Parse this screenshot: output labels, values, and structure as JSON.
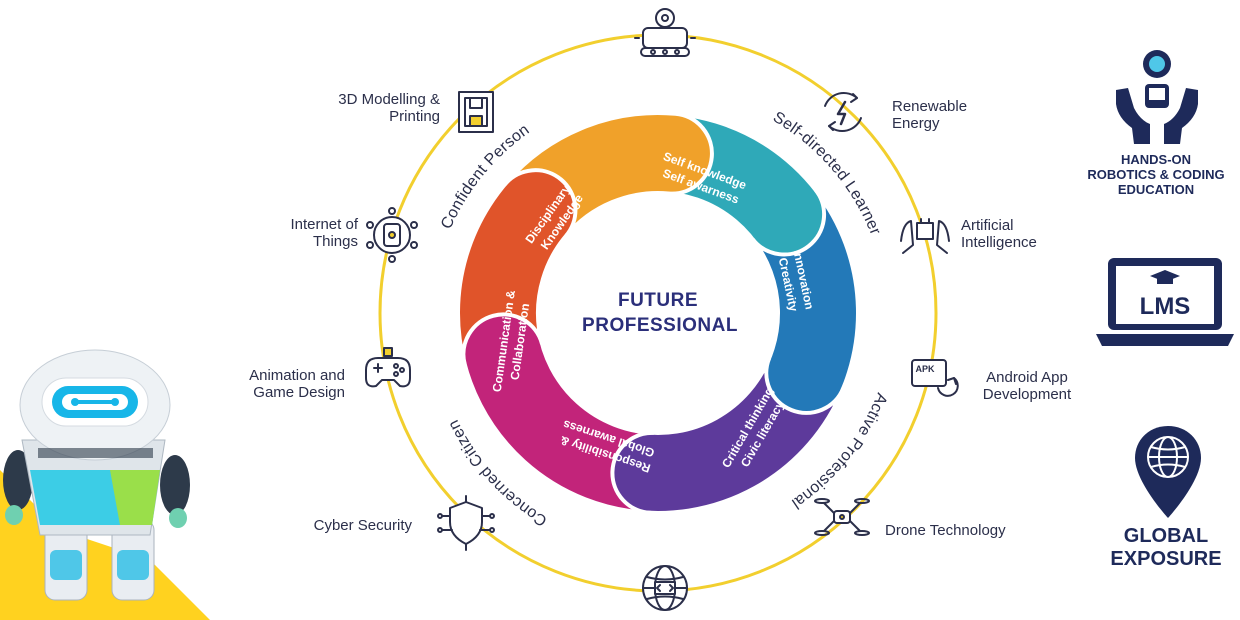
{
  "center": {
    "line1": "FUTURE",
    "line2": "PROFESSIONAL"
  },
  "segments": [
    {
      "id": "self",
      "line1": "Self knowledge",
      "line2": "Self awarness",
      "color": "#2fa9b8"
    },
    {
      "id": "innovation",
      "line1": "Innovation",
      "line2": "Creativity",
      "color": "#2379b8"
    },
    {
      "id": "critical",
      "line1": "Critical thinking",
      "line2": "Civic literacy",
      "color": "#5d3a9b"
    },
    {
      "id": "responsibility",
      "line1": "Responsibility &",
      "line2": "Global awarness",
      "color": "#c2247a"
    },
    {
      "id": "communication",
      "line1": "Communication &",
      "line2": "Collaboration",
      "color": "#e0542a"
    },
    {
      "id": "disciplinary",
      "line1": "Disciplinary",
      "line2": "Knowledge",
      "color": "#f0a12a"
    }
  ],
  "ring_labels": {
    "confident": "Confident Person",
    "self_directed": "Self-directed Learner",
    "active": "Active Professional",
    "concerned": "Concerned Citizen"
  },
  "technologies": {
    "printing": {
      "line1": "3D Modelling &",
      "line2": "Printing",
      "icon": "3d-printer-icon"
    },
    "iot": {
      "line1": "Internet of",
      "line2": "Things",
      "icon": "iot-network-icon"
    },
    "animation": {
      "line1": "Animation and",
      "line2": "Game Design",
      "icon": "game-controller-icon"
    },
    "cyber": {
      "line1": "Cyber Security",
      "icon": "shield-circuit-icon"
    },
    "renewable": {
      "line1": "Renewable",
      "line2": "Energy",
      "icon": "renewable-energy-icon"
    },
    "ai": {
      "line1": "Artificial",
      "line2": "Intelligence",
      "icon": "ai-chip-icon"
    },
    "android": {
      "line1": "Android App",
      "line2": "Development",
      "icon": "apk-icon",
      "icon_text": "APK"
    },
    "drone": {
      "line1": "Drone Technology",
      "icon": "drone-icon"
    },
    "robot": {
      "icon": "robot-icon"
    },
    "web": {
      "icon": "globe-code-icon"
    }
  },
  "sidebar": {
    "robotics": {
      "line1": "HANDS-ON",
      "line2": "ROBOTICS & CODING",
      "line3": "EDUCATION",
      "icon": "hands-robot-icon"
    },
    "lms": {
      "label": "LMS",
      "icon": "laptop-lms-icon"
    },
    "global": {
      "line1": "GLOBAL",
      "line2": "EXPOSURE",
      "icon": "location-globe-icon"
    }
  },
  "colors": {
    "ring": "#f2cf2e",
    "navy": "#1e2a5a",
    "text": "#2b2f4a"
  }
}
